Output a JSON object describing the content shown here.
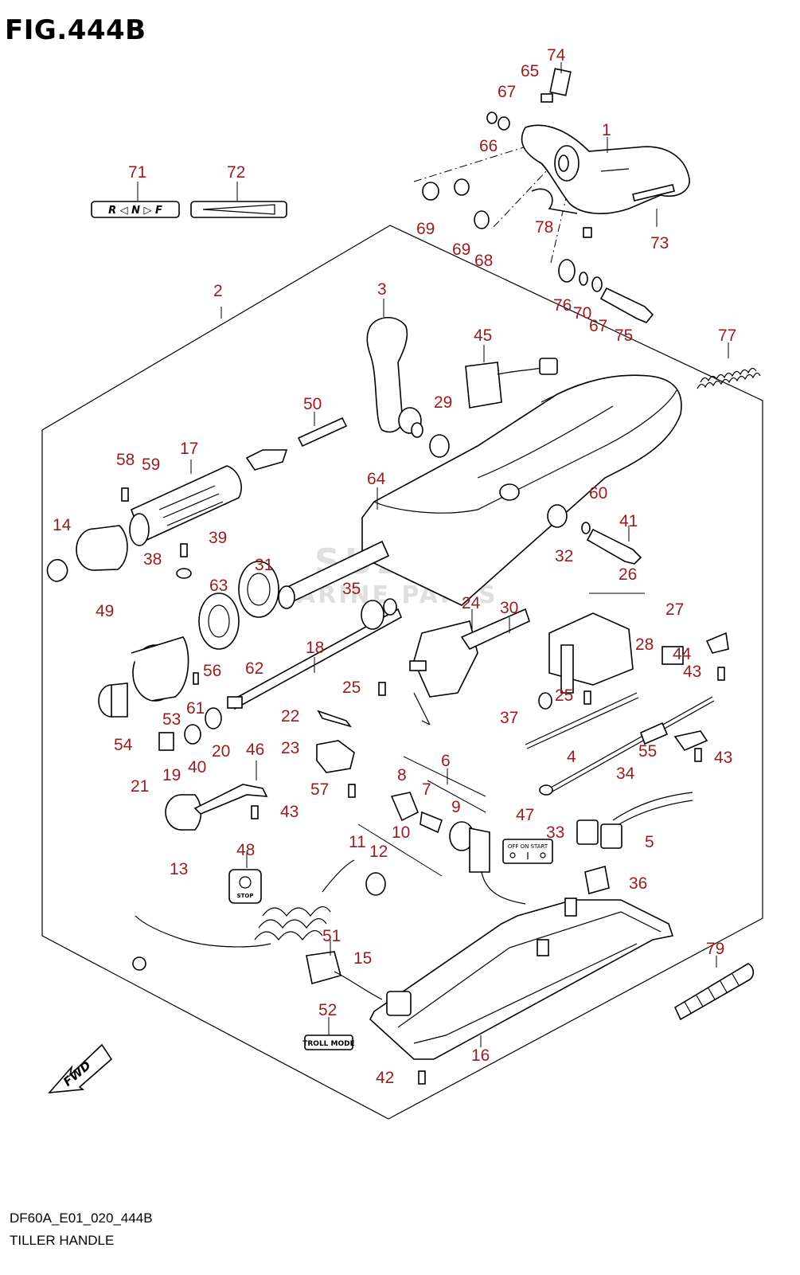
{
  "figure": {
    "title": "FIG.444B",
    "model_code": "DF60A_E01_020_444B",
    "caption": "TILLER HANDLE"
  },
  "watermark": {
    "line1": "SUZUKI",
    "line2": "MARINE PARTS"
  },
  "labels": {
    "decal_shift": "R ◁ N ▷ F",
    "start_plate": "OFF  ON START",
    "stop_button": "STOP",
    "troll_mode": "TROLL MODE",
    "fwd": "FWD"
  },
  "callouts": [
    {
      "id": "c1",
      "num": "1"
    },
    {
      "id": "c2",
      "num": "2"
    },
    {
      "id": "c3",
      "num": "3"
    },
    {
      "id": "c4",
      "num": "4"
    },
    {
      "id": "c5",
      "num": "5"
    },
    {
      "id": "c6",
      "num": "6"
    },
    {
      "id": "c7",
      "num": "7"
    },
    {
      "id": "c8",
      "num": "8"
    },
    {
      "id": "c9",
      "num": "9"
    },
    {
      "id": "c10",
      "num": "10"
    },
    {
      "id": "c11",
      "num": "11"
    },
    {
      "id": "c12",
      "num": "12"
    },
    {
      "id": "c13",
      "num": "13"
    },
    {
      "id": "c14",
      "num": "14"
    },
    {
      "id": "c15",
      "num": "15"
    },
    {
      "id": "c16",
      "num": "16"
    },
    {
      "id": "c17",
      "num": "17"
    },
    {
      "id": "c18",
      "num": "18"
    },
    {
      "id": "c19",
      "num": "19"
    },
    {
      "id": "c20",
      "num": "20"
    },
    {
      "id": "c21",
      "num": "21"
    },
    {
      "id": "c22",
      "num": "22"
    },
    {
      "id": "c23",
      "num": "23"
    },
    {
      "id": "c24",
      "num": "24"
    },
    {
      "id": "c25a",
      "num": "25"
    },
    {
      "id": "c25b",
      "num": "25"
    },
    {
      "id": "c26",
      "num": "26"
    },
    {
      "id": "c27",
      "num": "27"
    },
    {
      "id": "c28",
      "num": "28"
    },
    {
      "id": "c29",
      "num": "29"
    },
    {
      "id": "c30",
      "num": "30"
    },
    {
      "id": "c31",
      "num": "31"
    },
    {
      "id": "c32",
      "num": "32"
    },
    {
      "id": "c33",
      "num": "33"
    },
    {
      "id": "c34",
      "num": "34"
    },
    {
      "id": "c35",
      "num": "35"
    },
    {
      "id": "c36",
      "num": "36"
    },
    {
      "id": "c37",
      "num": "37"
    },
    {
      "id": "c38",
      "num": "38"
    },
    {
      "id": "c39",
      "num": "39"
    },
    {
      "id": "c40",
      "num": "40"
    },
    {
      "id": "c41",
      "num": "41"
    },
    {
      "id": "c42",
      "num": "42"
    },
    {
      "id": "c43a",
      "num": "43"
    },
    {
      "id": "c43b",
      "num": "43"
    },
    {
      "id": "c43c",
      "num": "43"
    },
    {
      "id": "c44",
      "num": "44"
    },
    {
      "id": "c45",
      "num": "45"
    },
    {
      "id": "c46",
      "num": "46"
    },
    {
      "id": "c47",
      "num": "47"
    },
    {
      "id": "c48",
      "num": "48"
    },
    {
      "id": "c49",
      "num": "49"
    },
    {
      "id": "c50",
      "num": "50"
    },
    {
      "id": "c51",
      "num": "51"
    },
    {
      "id": "c52",
      "num": "52"
    },
    {
      "id": "c53",
      "num": "53"
    },
    {
      "id": "c54",
      "num": "54"
    },
    {
      "id": "c55",
      "num": "55"
    },
    {
      "id": "c56",
      "num": "56"
    },
    {
      "id": "c57",
      "num": "57"
    },
    {
      "id": "c58",
      "num": "58"
    },
    {
      "id": "c59",
      "num": "59"
    },
    {
      "id": "c60",
      "num": "60"
    },
    {
      "id": "c61",
      "num": "61"
    },
    {
      "id": "c62",
      "num": "62"
    },
    {
      "id": "c63",
      "num": "63"
    },
    {
      "id": "c64",
      "num": "64"
    },
    {
      "id": "c65",
      "num": "65"
    },
    {
      "id": "c66",
      "num": "66"
    },
    {
      "id": "c67a",
      "num": "67"
    },
    {
      "id": "c67b",
      "num": "67"
    },
    {
      "id": "c68",
      "num": "68"
    },
    {
      "id": "c69a",
      "num": "69"
    },
    {
      "id": "c69b",
      "num": "69"
    },
    {
      "id": "c70",
      "num": "70"
    },
    {
      "id": "c71",
      "num": "71"
    },
    {
      "id": "c72",
      "num": "72"
    },
    {
      "id": "c73",
      "num": "73"
    },
    {
      "id": "c74",
      "num": "74"
    },
    {
      "id": "c75",
      "num": "75"
    },
    {
      "id": "c76",
      "num": "76"
    },
    {
      "id": "c77",
      "num": "77"
    },
    {
      "id": "c78",
      "num": "78"
    },
    {
      "id": "c79",
      "num": "79"
    }
  ],
  "colors": {
    "callout": "#9b1c1c",
    "line": "#000000",
    "background": "#ffffff"
  }
}
